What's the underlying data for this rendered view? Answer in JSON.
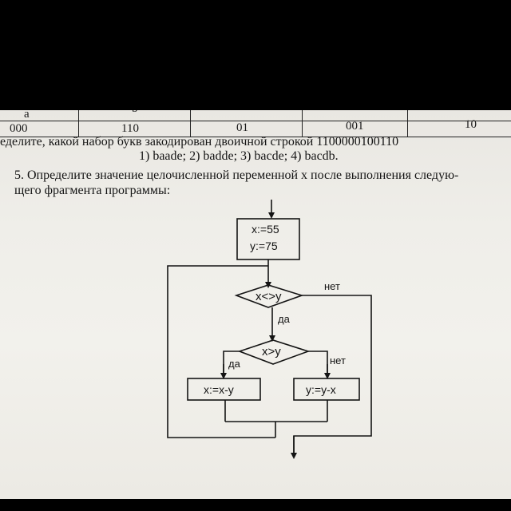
{
  "table": {
    "header": [
      "a",
      "b"
    ],
    "codes": [
      "000",
      "110",
      "01",
      "001",
      "10"
    ]
  },
  "problem4": {
    "line": "еделите, какой набор букв закодирован двоичной строкой 1100000100110",
    "options": "1) baade; 2) badde; 3) bacde; 4) bacdb."
  },
  "problem5": {
    "line1": "5. Определите значение целочисленной переменной x после выполнения следую-",
    "line2": "щего фрагмента программы:"
  },
  "flowchart": {
    "init_x": "x:=55",
    "init_y": "y:=75",
    "condition1": "x<>y",
    "condition1_no": "нет",
    "condition1_yes": "да",
    "condition2": "x>y",
    "condition2_yes": "да",
    "condition2_no": "нет",
    "action_yes": "x:=x-y",
    "action_no": "y:=y-x"
  }
}
